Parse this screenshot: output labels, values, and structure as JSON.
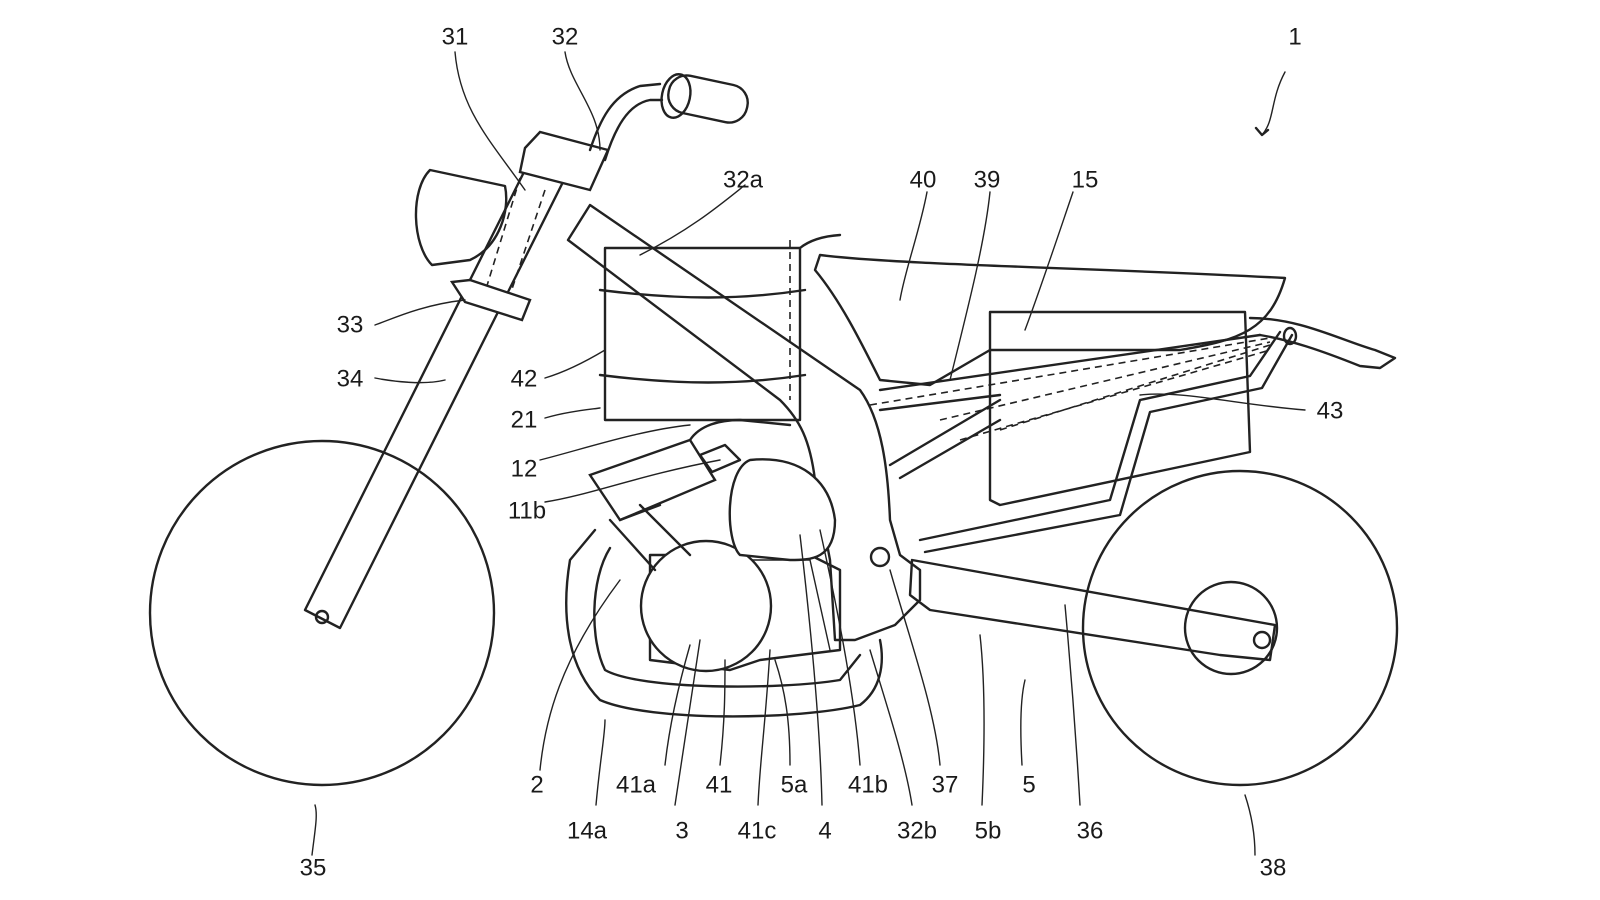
{
  "figure": {
    "reference_numerals": [
      {
        "key": "n1",
        "text": "1"
      },
      {
        "key": "n31",
        "text": "31"
      },
      {
        "key": "n32",
        "text": "32"
      },
      {
        "key": "n32a",
        "text": "32a"
      },
      {
        "key": "n40",
        "text": "40"
      },
      {
        "key": "n39",
        "text": "39"
      },
      {
        "key": "n15",
        "text": "15"
      },
      {
        "key": "n33",
        "text": "33"
      },
      {
        "key": "n34",
        "text": "34"
      },
      {
        "key": "n42",
        "text": "42"
      },
      {
        "key": "n21",
        "text": "21"
      },
      {
        "key": "n12",
        "text": "12"
      },
      {
        "key": "n11b",
        "text": "11b"
      },
      {
        "key": "n43",
        "text": "43"
      },
      {
        "key": "n2",
        "text": "2"
      },
      {
        "key": "n41a",
        "text": "41a"
      },
      {
        "key": "n41",
        "text": "41"
      },
      {
        "key": "n5a",
        "text": "5a"
      },
      {
        "key": "n41b",
        "text": "41b"
      },
      {
        "key": "n37",
        "text": "37"
      },
      {
        "key": "n5",
        "text": "5"
      },
      {
        "key": "n14a",
        "text": "14a"
      },
      {
        "key": "n3",
        "text": "3"
      },
      {
        "key": "n41c",
        "text": "41c"
      },
      {
        "key": "n4",
        "text": "4"
      },
      {
        "key": "n32b",
        "text": "32b"
      },
      {
        "key": "n5b",
        "text": "5b"
      },
      {
        "key": "n36",
        "text": "36"
      },
      {
        "key": "n35",
        "text": "35"
      },
      {
        "key": "n38",
        "text": "38"
      }
    ]
  }
}
